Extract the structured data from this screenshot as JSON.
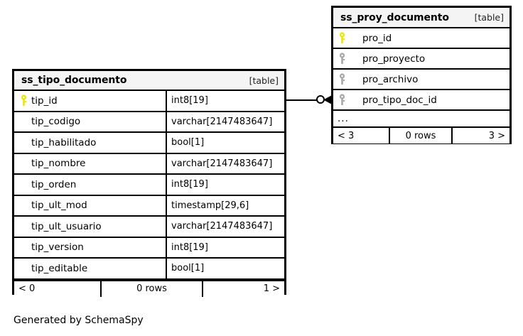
{
  "diagram": {
    "caption": "Generated by SchemaSpy",
    "background": "#ffffff",
    "border_color": "#000000",
    "header_background": "#f4f4f4",
    "pk_icon_color": "#e8e800",
    "fk_icon_color": "#a8a8a8"
  },
  "tables": [
    {
      "name": "ss_tipo_documento",
      "tag": "[table]",
      "has_type_column": true,
      "columns": [
        {
          "key": "primary",
          "icon": "key-icon-primary",
          "name": "tip_id",
          "type": "int8[19]"
        },
        {
          "key": "none",
          "icon": "",
          "name": "tip_codigo",
          "type": "varchar[2147483647]"
        },
        {
          "key": "none",
          "icon": "",
          "name": "tip_habilitado",
          "type": "bool[1]"
        },
        {
          "key": "none",
          "icon": "",
          "name": "tip_nombre",
          "type": "varchar[2147483647]"
        },
        {
          "key": "none",
          "icon": "",
          "name": "tip_orden",
          "type": "int8[19]"
        },
        {
          "key": "none",
          "icon": "",
          "name": "tip_ult_mod",
          "type": "timestamp[29,6]"
        },
        {
          "key": "none",
          "icon": "",
          "name": "tip_ult_usuario",
          "type": "varchar[2147483647]"
        },
        {
          "key": "none",
          "icon": "",
          "name": "tip_version",
          "type": "int8[19]"
        },
        {
          "key": "none",
          "icon": "",
          "name": "tip_editable",
          "type": "bool[1]"
        }
      ],
      "more_indicator": "",
      "footer": {
        "prev": "< 0",
        "rows": "0 rows",
        "next": "1 >"
      }
    },
    {
      "name": "ss_proy_documento",
      "tag": "[table]",
      "has_type_column": false,
      "columns": [
        {
          "key": "primary",
          "icon": "key-icon-primary",
          "name": "pro_id",
          "type": ""
        },
        {
          "key": "foreign",
          "icon": "key-icon-foreign",
          "name": "pro_proyecto",
          "type": ""
        },
        {
          "key": "foreign",
          "icon": "key-icon-foreign",
          "name": "pro_archivo",
          "type": ""
        },
        {
          "key": "foreign",
          "icon": "key-icon-foreign",
          "name": "pro_tipo_doc_id",
          "type": ""
        }
      ],
      "more_indicator": "...",
      "footer": {
        "prev": "< 3",
        "rows": "0 rows",
        "next": "3 >"
      }
    }
  ],
  "relationship": {
    "from_table": "ss_tipo_documento",
    "from_column": "tip_id",
    "to_table": "ss_proy_documento",
    "to_column": "pro_tipo_doc_id",
    "source_cardinality": "zero-or-one",
    "target_cardinality": "many"
  }
}
